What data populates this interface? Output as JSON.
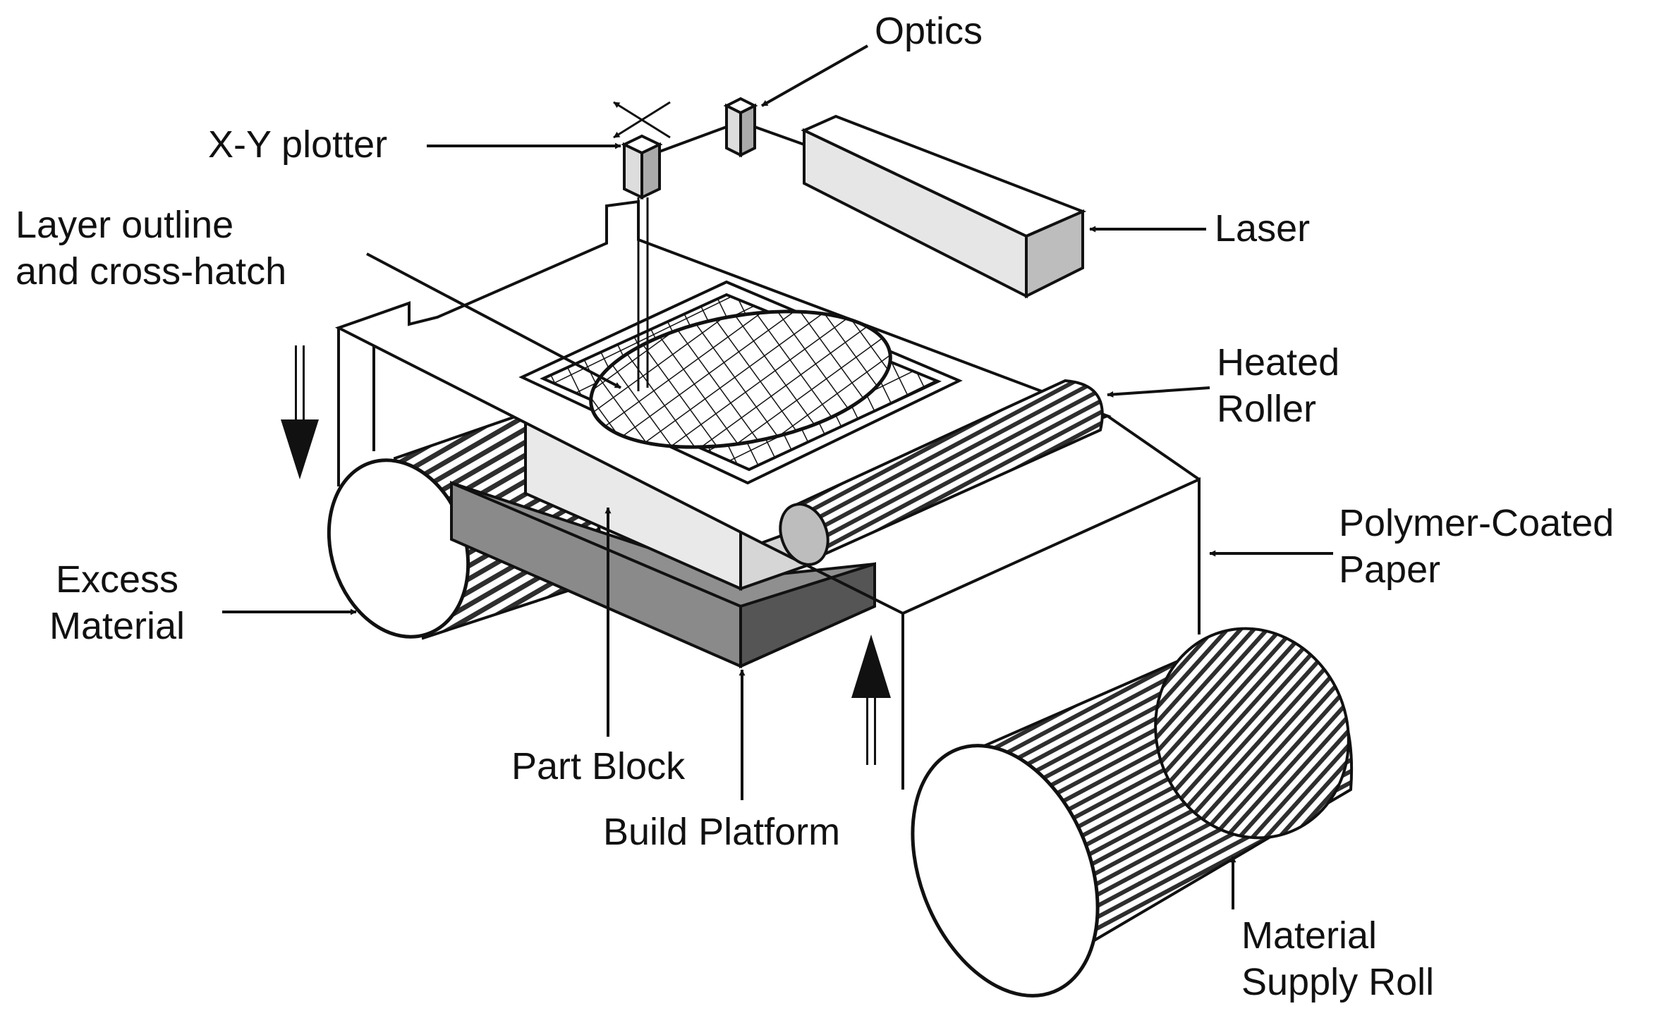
{
  "labels": {
    "optics": "Optics",
    "xy_plotter": "X-Y plotter",
    "layer_outline": [
      "Layer outline",
      "and cross-hatch"
    ],
    "laser": "Laser",
    "heated_roller": [
      "Heated",
      "Roller"
    ],
    "polymer_coated_paper": [
      "Polymer-Coated",
      "Paper"
    ],
    "excess_material": [
      "Excess",
      "Material"
    ],
    "part_block": "Part Block",
    "build_platform": "Build Platform",
    "material_supply_roll": [
      "Material",
      "Supply Roll"
    ]
  },
  "colors": {
    "line": "#111111",
    "background": "#ffffff",
    "laser_front": "#e6e6e6",
    "laser_side": "#bdbdbd",
    "part_block": "#e9e9e9",
    "platform_top": "#8f8f8f",
    "platform_side": "#555555",
    "roll_stripes": "#333333"
  }
}
